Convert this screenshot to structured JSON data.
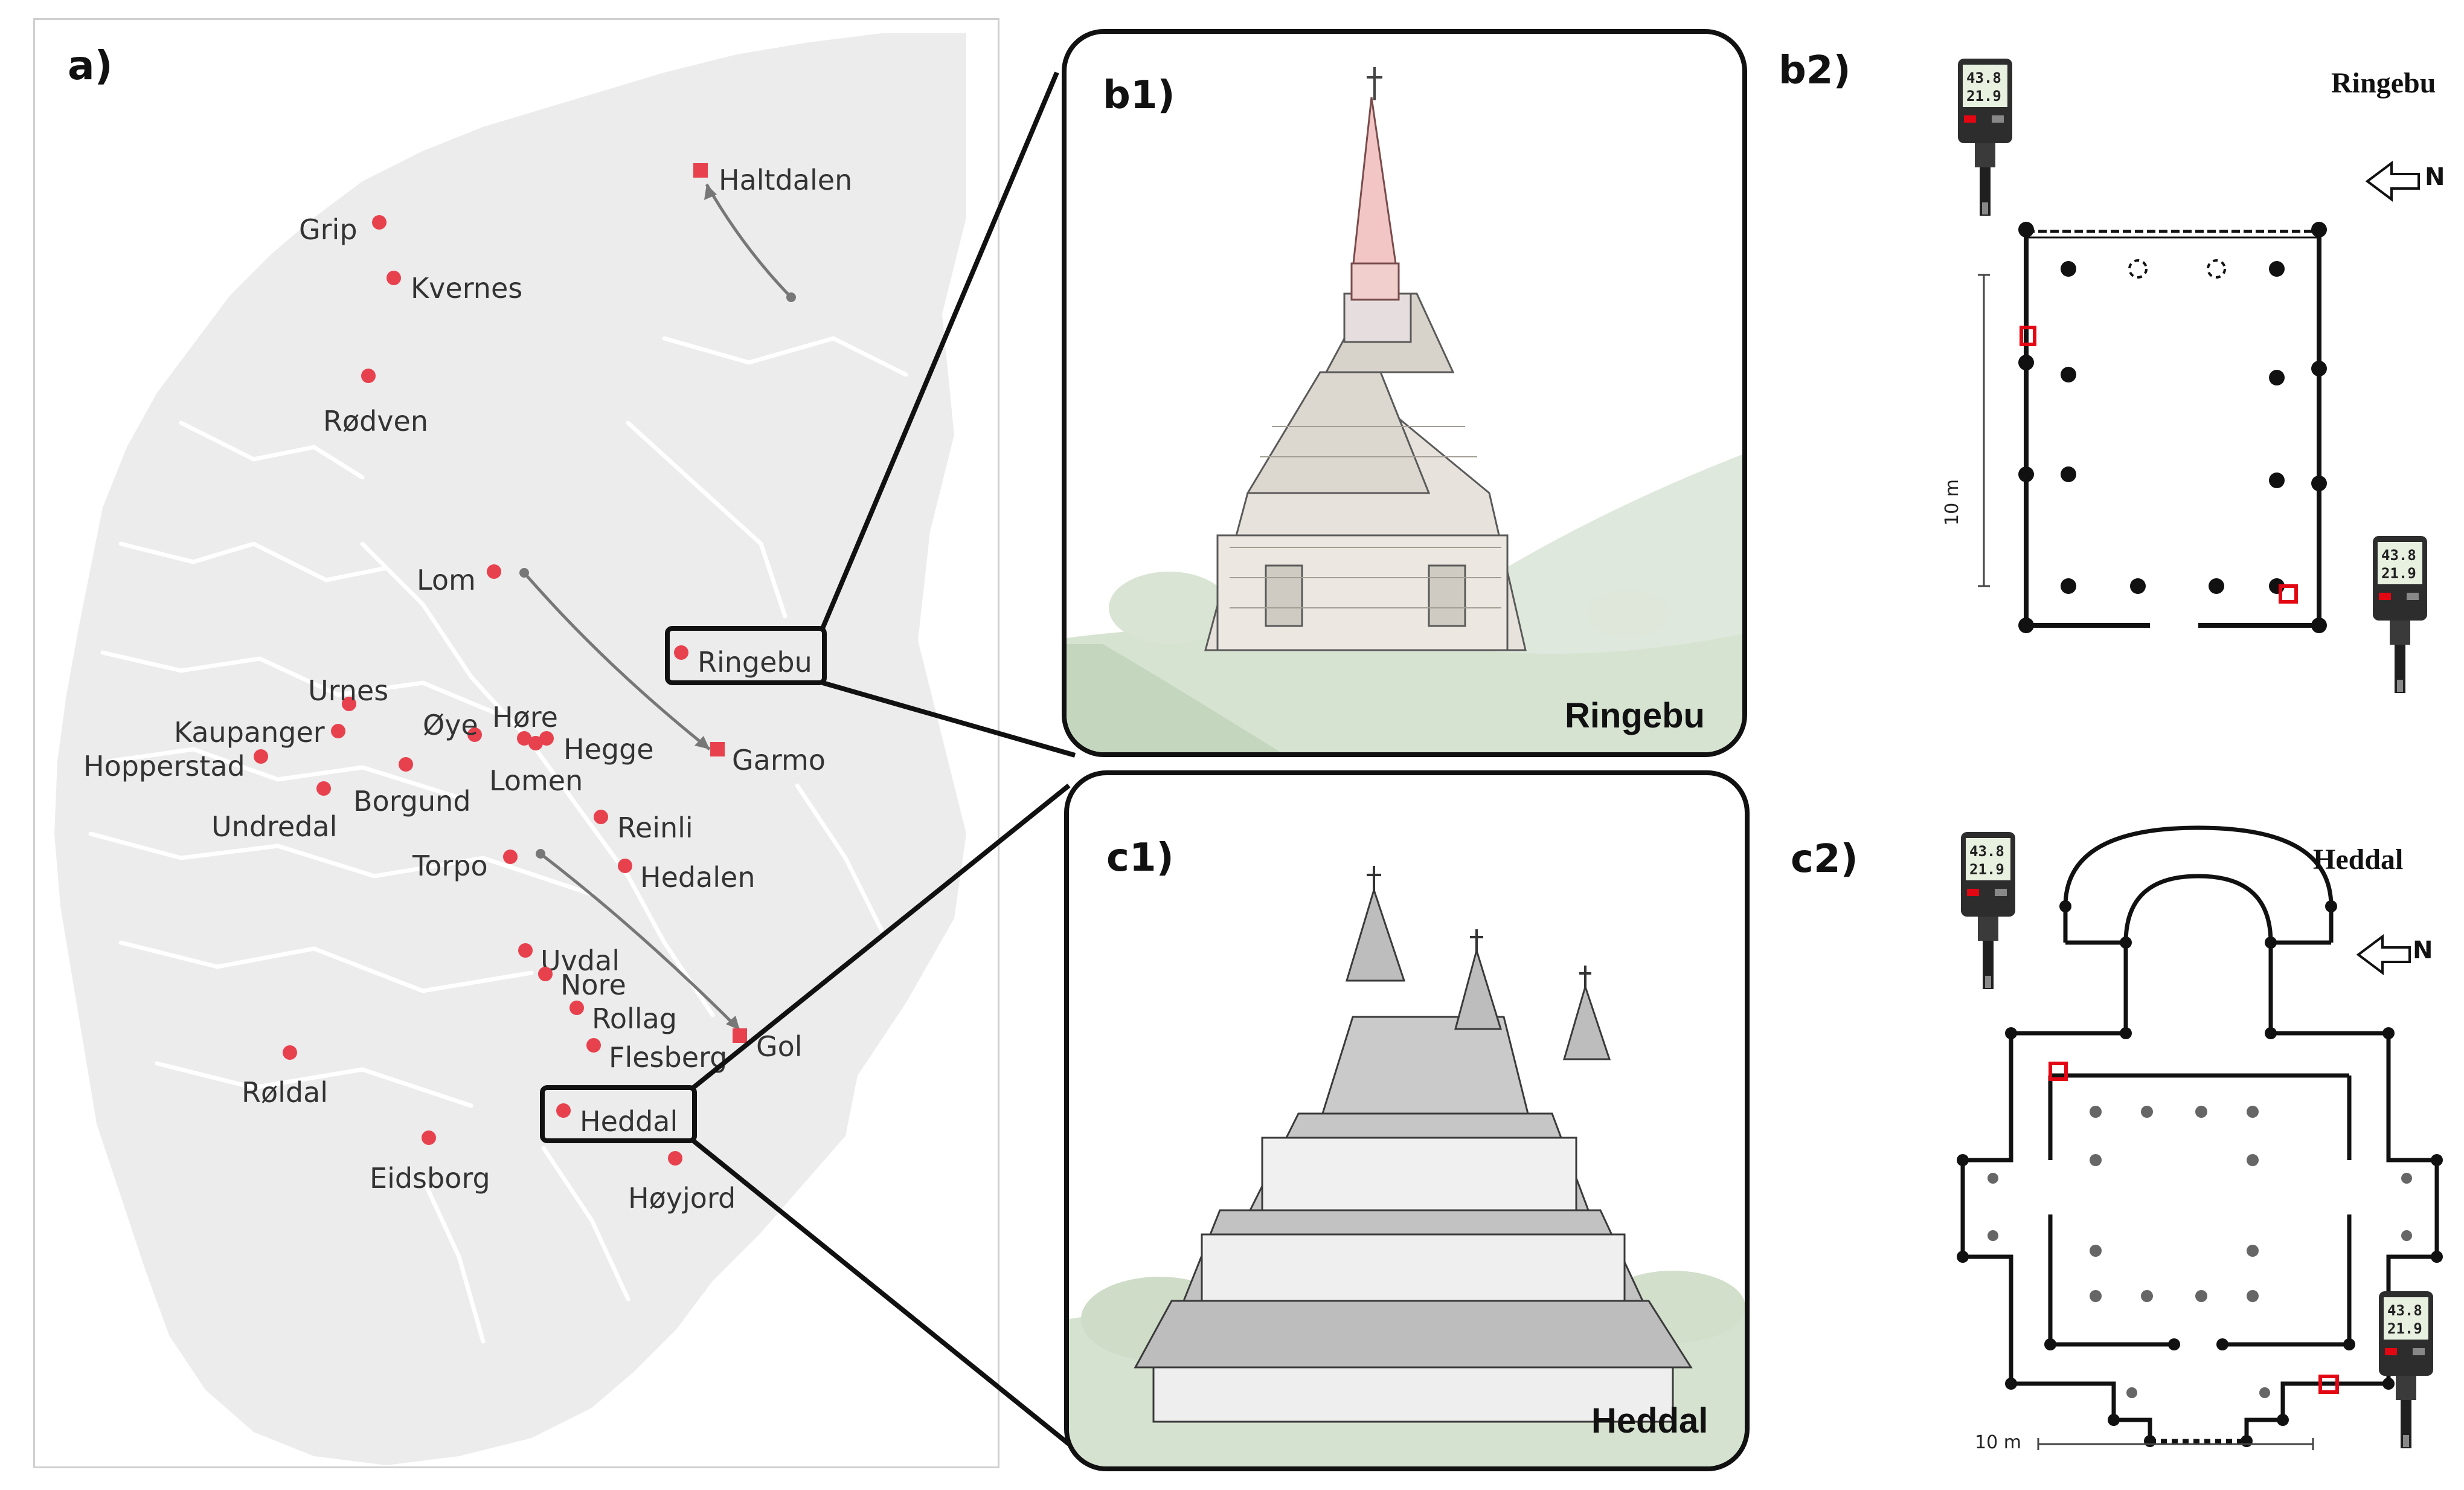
{
  "panel_a": {
    "label": "a)",
    "places": [
      {
        "name": "Haltdalen",
        "marker": "square"
      },
      {
        "name": "Grip",
        "marker": "dot"
      },
      {
        "name": "Kvernes",
        "marker": "dot"
      },
      {
        "name": "Rødven",
        "marker": "dot"
      },
      {
        "name": "Lom",
        "marker": "dot"
      },
      {
        "name": "Ringebu",
        "marker": "dot",
        "highlighted": true
      },
      {
        "name": "Urnes",
        "marker": "dot"
      },
      {
        "name": "Kaupanger",
        "marker": "dot"
      },
      {
        "name": "Høre",
        "marker": "dot"
      },
      {
        "name": "Øye",
        "marker": "dot"
      },
      {
        "name": "Hegge",
        "marker": "dot"
      },
      {
        "name": "Hopperstad",
        "marker": "dot"
      },
      {
        "name": "Garmo",
        "marker": "square"
      },
      {
        "name": "Lomen",
        "marker": "dot"
      },
      {
        "name": "Borgund",
        "marker": "dot"
      },
      {
        "name": "Undredal",
        "marker": "dot"
      },
      {
        "name": "Reinli",
        "marker": "dot"
      },
      {
        "name": "Torpo",
        "marker": "dot"
      },
      {
        "name": "Hedalen",
        "marker": "dot"
      },
      {
        "name": "Uvdal",
        "marker": "dot"
      },
      {
        "name": "Nore",
        "marker": "dot"
      },
      {
        "name": "Rollag",
        "marker": "dot"
      },
      {
        "name": "Gol",
        "marker": "square"
      },
      {
        "name": "Flesberg",
        "marker": "dot"
      },
      {
        "name": "Røldal",
        "marker": "dot"
      },
      {
        "name": "Heddal",
        "marker": "dot",
        "highlighted": true
      },
      {
        "name": "Eidsborg",
        "marker": "dot"
      },
      {
        "name": "Høyjord",
        "marker": "dot"
      }
    ]
  },
  "panel_b1": {
    "label": "b1)",
    "caption": "Ringebu"
  },
  "panel_c1": {
    "label": "c1)",
    "caption": "Heddal"
  },
  "panel_b2": {
    "label": "b2)",
    "title": "Ringebu",
    "north": "N",
    "scale": "10 m"
  },
  "panel_c2": {
    "label": "c2)",
    "title": "Heddal",
    "north": "N",
    "scale": "10 m"
  },
  "logger": {
    "reading_top": "43.8",
    "reading_bottom": "21.9"
  },
  "colors": {
    "map_land": "#ececec",
    "river": "#ffffff",
    "marker": "#e8414e",
    "sensor": "#e30613",
    "frame": "#111111"
  }
}
